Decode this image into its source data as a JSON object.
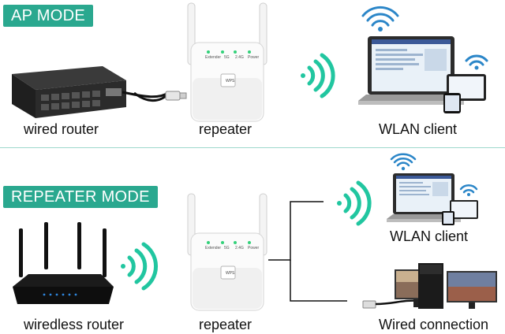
{
  "ap_section": {
    "mode_label": "AP MODE",
    "captions": {
      "router": "wired router",
      "repeater": "repeater",
      "client": "WLAN client"
    }
  },
  "repeater_section": {
    "mode_label": "REPEATER MODE",
    "captions": {
      "router": "wiredless router",
      "repeater": "repeater",
      "wlan_client": "WLAN client",
      "wired": "Wired connection"
    }
  },
  "device_leds": [
    "Extender",
    "5G",
    "2.4G",
    "Power"
  ],
  "device_button": "WPS",
  "colors": {
    "accent": "#2aa88f",
    "wifi_signal": "#21c6a0",
    "led": "#33d17a"
  }
}
